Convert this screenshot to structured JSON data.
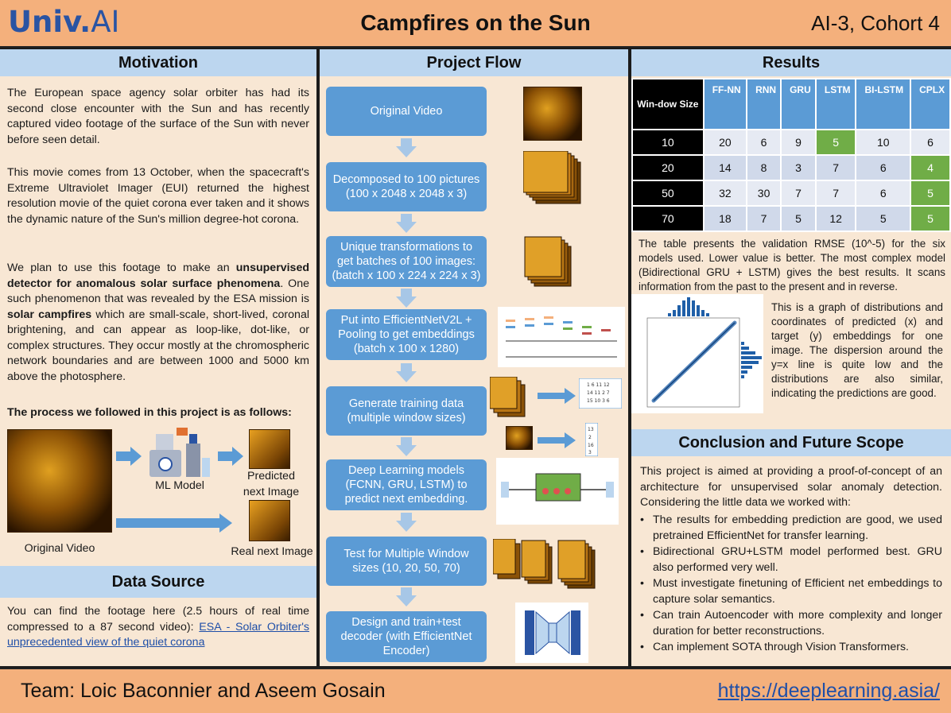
{
  "header": {
    "logo_bold": "Univ.",
    "logo_light": "AI",
    "title": "Campfires on the Sun",
    "cohort": "AI-3, Cohort 4"
  },
  "motivation": {
    "heading": "Motivation",
    "para1": "The European space agency solar orbiter has had its second close encounter with the Sun and has recently captured video footage of the surface of the Sun with never before seen detail.",
    "para2": "This movie comes from 13 October, when the spacecraft's Extreme Ultraviolet Imager (EUI) returned the highest resolution movie of the quiet corona ever taken and it shows the dynamic nature of the Sun's million degree-hot corona.",
    "para3_a": "We plan to use this footage to make an ",
    "para3_b": "unsupervised detector for anomalous solar surface phenomena",
    "para3_c": ". One such phenomenon that was revealed by the ESA mission is ",
    "para3_d": "solar campfires",
    "para3_e": " which are small-scale, short-lived, coronal brightening, and can appear as loop-like, dot-like, or complex structures. They occur mostly at the chromospheric network boundaries and are between 1000 and 5000 km above the photosphere.",
    "process_heading": "The process we followed in this project is as follows:",
    "ml_model_label": "ML Model",
    "predicted_label": "Predicted next Image",
    "original_label": "Original Video",
    "real_label": "Real next Image"
  },
  "data_source": {
    "heading": "Data Source",
    "text": "You can find the footage here (2.5 hours of real time compressed to a 87 second video): ",
    "link_text": "ESA - Solar Orbiter's unprecedented view of the quiet corona"
  },
  "flow": {
    "heading": "Project Flow",
    "steps": [
      "Original Video",
      "Decomposed to 100 pictures (100 x 2048 x 2048 x 3)",
      "Unique transformations to get batches of 100 images: (batch x 100 x 224 x 224 x 3)",
      "Put into EfficientNetV2L + Pooling to get embeddings (batch x 100 x 1280)",
      "Generate training data (multiple window sizes)",
      "Deep Learning models (FCNN, GRU, LSTM) to predict next embedding.",
      "Test for Multiple Window sizes (10, 20, 50, 70)",
      "Design and train+test decoder (with EfficientNet Encoder)"
    ]
  },
  "results": {
    "heading": "Results",
    "table": {
      "corner": "Win-dow Size",
      "columns": [
        "FF-NN",
        "RNN",
        "GRU",
        "LSTM",
        "BI-LSTM",
        "CPLX"
      ],
      "rows": [
        {
          "window": "10",
          "values": [
            "20",
            "6",
            "9",
            "5",
            "10",
            "6"
          ],
          "best": 3
        },
        {
          "window": "20",
          "values": [
            "14",
            "8",
            "3",
            "7",
            "6",
            "4"
          ],
          "best": 5
        },
        {
          "window": "50",
          "values": [
            "32",
            "30",
            "7",
            "7",
            "6",
            "5"
          ],
          "best": 5
        },
        {
          "window": "70",
          "values": [
            "18",
            "7",
            "5",
            "12",
            "5",
            "5"
          ],
          "best": 5
        }
      ]
    },
    "caption": "The table presents the validation RMSE (10^-5) for the six models used. Lower value is better. The most complex model (Bidirectional GRU + LSTM) gives the best results. It scans information from the past to the present and in reverse.",
    "graph_text": "This is a graph of distributions and coordinates of predicted (x) and target (y) embeddings for one image. The dispersion around the y=x line is quite low and the distributions are also similar, indicating the predictions are good."
  },
  "conclusion": {
    "heading": "Conclusion and Future Scope",
    "intro": "This project is aimed at providing a proof-of-concept of an architecture for unsupervised solar anomaly detection. Considering the little data we worked with:",
    "bullets": [
      "The results for embedding prediction are good, we used pretrained EfficientNet for transfer learning.",
      "Bidirectional GRU+LSTM model performed best. GRU also performed very well.",
      "Must investigate finetuning of Efficient net embeddings to capture solar semantics.",
      "Can train Autoencoder with more complexity and longer duration for better reconstructions.",
      "Can implement SOTA through Vision Transformers."
    ]
  },
  "footer": {
    "team": "Team: Loic Baconnier and Aseem Gosain",
    "url": "https://deeplearning.asia/"
  },
  "colors": {
    "header_bg": "#f4b07c",
    "panel_bg": "#f8e7d4",
    "section_head": "#bcd6ef",
    "flow_box": "#5b9bd5",
    "best_cell": "#70ad47"
  }
}
